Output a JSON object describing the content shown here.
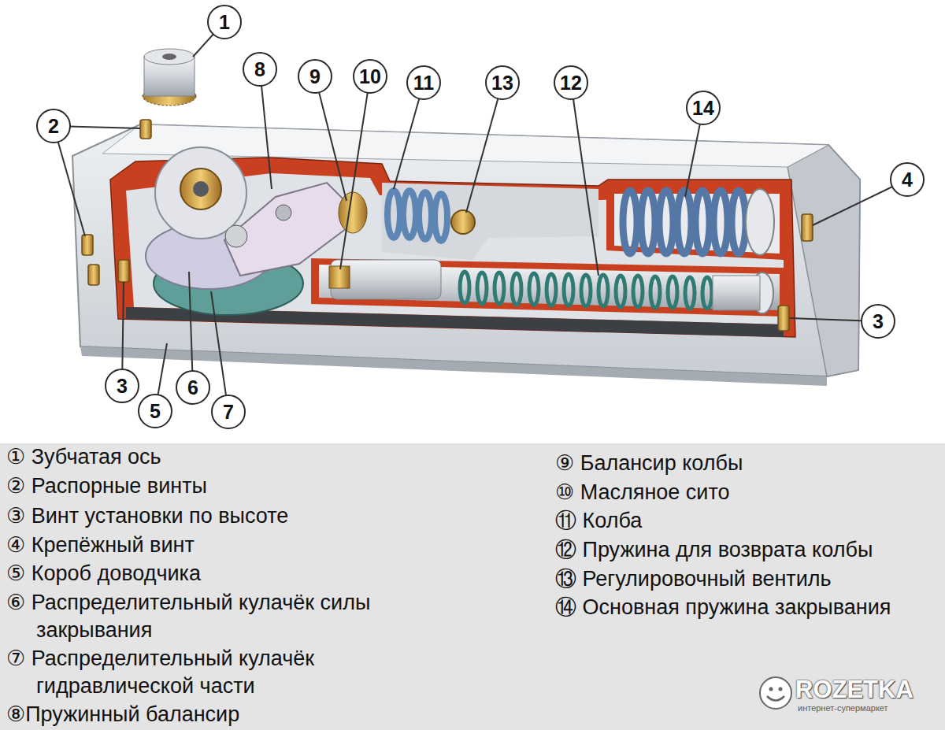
{
  "diagram": {
    "labels": [
      "1",
      "2",
      "8",
      "9",
      "10",
      "11",
      "13",
      "12",
      "14",
      "4",
      "3",
      "3",
      "5",
      "6",
      "7",
      "① Зубчатая ось",
      "② Распорные винты",
      "③ Винт установки по высоте",
      "④ Крепёжный винт",
      "⑤ Короб доводчика",
      "⑥ Распределительный кулачёк силы закрывания",
      "⑦ Распределительный кулачёк гидравлической части",
      "⑧Пружинный балансир",
      "⑨ Балансир колбы",
      "⑩ Масляное сито",
      "⑪ Колба",
      "⑫ Пружина для возврата колбы",
      "⑬ Регулировочный вентиль",
      "⑭ Основная пружина закрывания",
      "ROZETKA",
      "интернет-супермаркет"
    ]
  }
}
